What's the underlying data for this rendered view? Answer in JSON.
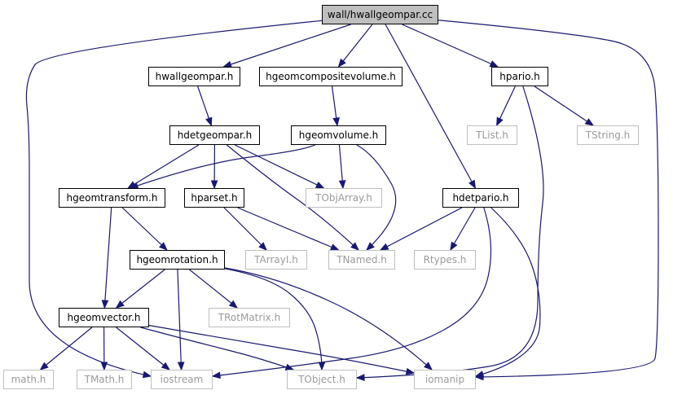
{
  "graph": {
    "nodes": [
      {
        "id": "wall_hwallgeompar_cc",
        "label": "wall/hwallgeompar.cc",
        "kind": "root"
      },
      {
        "id": "hwallgeompar_h",
        "label": "hwallgeompar.h",
        "kind": "project"
      },
      {
        "id": "hgeomcompositevolume_h",
        "label": "hgeomcompositevolume.h",
        "kind": "project"
      },
      {
        "id": "hpario_h",
        "label": "hpario.h",
        "kind": "project"
      },
      {
        "id": "hdetgeompar_h",
        "label": "hdetgeompar.h",
        "kind": "project"
      },
      {
        "id": "hgeomvolume_h",
        "label": "hgeomvolume.h",
        "kind": "project"
      },
      {
        "id": "tlist_h",
        "label": "TList.h",
        "kind": "external"
      },
      {
        "id": "tstring_h",
        "label": "TString.h",
        "kind": "external"
      },
      {
        "id": "hgeomtransform_h",
        "label": "hgeomtransform.h",
        "kind": "project"
      },
      {
        "id": "hparset_h",
        "label": "hparset.h",
        "kind": "project"
      },
      {
        "id": "tobjarray_h",
        "label": "TObjArray.h",
        "kind": "external"
      },
      {
        "id": "hdetpario_h",
        "label": "hdetpario.h",
        "kind": "project"
      },
      {
        "id": "hgeomrotation_h",
        "label": "hgeomrotation.h",
        "kind": "project"
      },
      {
        "id": "tarrayi_h",
        "label": "TArrayI.h",
        "kind": "external"
      },
      {
        "id": "tnamed_h",
        "label": "TNamed.h",
        "kind": "external"
      },
      {
        "id": "rtypes_h",
        "label": "Rtypes.h",
        "kind": "external"
      },
      {
        "id": "hgeomvector_h",
        "label": "hgeomvector.h",
        "kind": "project"
      },
      {
        "id": "trotmatrix_h",
        "label": "TRotMatrix.h",
        "kind": "external"
      },
      {
        "id": "math_h",
        "label": "math.h",
        "kind": "external"
      },
      {
        "id": "tmath_h",
        "label": "TMath.h",
        "kind": "external"
      },
      {
        "id": "iostream",
        "label": "iostream",
        "kind": "external"
      },
      {
        "id": "tobject_h",
        "label": "TObject.h",
        "kind": "external"
      },
      {
        "id": "iomanip",
        "label": "iomanip",
        "kind": "external"
      }
    ],
    "edges": [
      {
        "from": "wall_hwallgeompar_cc",
        "to": "hwallgeompar_h"
      },
      {
        "from": "wall_hwallgeompar_cc",
        "to": "hgeomcompositevolume_h"
      },
      {
        "from": "wall_hwallgeompar_cc",
        "to": "hpario_h"
      },
      {
        "from": "wall_hwallgeompar_cc",
        "to": "hdetpario_h"
      },
      {
        "from": "wall_hwallgeompar_cc",
        "to": "iostream"
      },
      {
        "from": "wall_hwallgeompar_cc",
        "to": "iomanip"
      },
      {
        "from": "hwallgeompar_h",
        "to": "hdetgeompar_h"
      },
      {
        "from": "hgeomcompositevolume_h",
        "to": "hgeomvolume_h"
      },
      {
        "from": "hpario_h",
        "to": "tlist_h"
      },
      {
        "from": "hpario_h",
        "to": "tstring_h"
      },
      {
        "from": "hpario_h",
        "to": "tobject_h"
      },
      {
        "from": "hdetgeompar_h",
        "to": "hgeomtransform_h"
      },
      {
        "from": "hdetgeompar_h",
        "to": "hparset_h"
      },
      {
        "from": "hdetgeompar_h",
        "to": "tobjarray_h"
      },
      {
        "from": "hdetgeompar_h",
        "to": "tnamed_h"
      },
      {
        "from": "hgeomvolume_h",
        "to": "hgeomtransform_h"
      },
      {
        "from": "hgeomvolume_h",
        "to": "tobjarray_h"
      },
      {
        "from": "hgeomvolume_h",
        "to": "tnamed_h"
      },
      {
        "from": "hgeomtransform_h",
        "to": "hgeomrotation_h"
      },
      {
        "from": "hgeomtransform_h",
        "to": "hgeomvector_h"
      },
      {
        "from": "hparset_h",
        "to": "tarrayi_h"
      },
      {
        "from": "hparset_h",
        "to": "tnamed_h"
      },
      {
        "from": "hdetpario_h",
        "to": "tnamed_h"
      },
      {
        "from": "hdetpario_h",
        "to": "rtypes_h"
      },
      {
        "from": "hdetpario_h",
        "to": "iostream"
      },
      {
        "from": "hdetpario_h",
        "to": "iomanip"
      },
      {
        "from": "hgeomrotation_h",
        "to": "hgeomvector_h"
      },
      {
        "from": "hgeomrotation_h",
        "to": "trotmatrix_h"
      },
      {
        "from": "hgeomrotation_h",
        "to": "iostream"
      },
      {
        "from": "hgeomrotation_h",
        "to": "tobject_h"
      },
      {
        "from": "hgeomrotation_h",
        "to": "iomanip"
      },
      {
        "from": "hgeomvector_h",
        "to": "math_h"
      },
      {
        "from": "hgeomvector_h",
        "to": "tmath_h"
      },
      {
        "from": "hgeomvector_h",
        "to": "iostream"
      },
      {
        "from": "hgeomvector_h",
        "to": "tobject_h"
      },
      {
        "from": "hgeomvector_h",
        "to": "iomanip"
      }
    ]
  }
}
